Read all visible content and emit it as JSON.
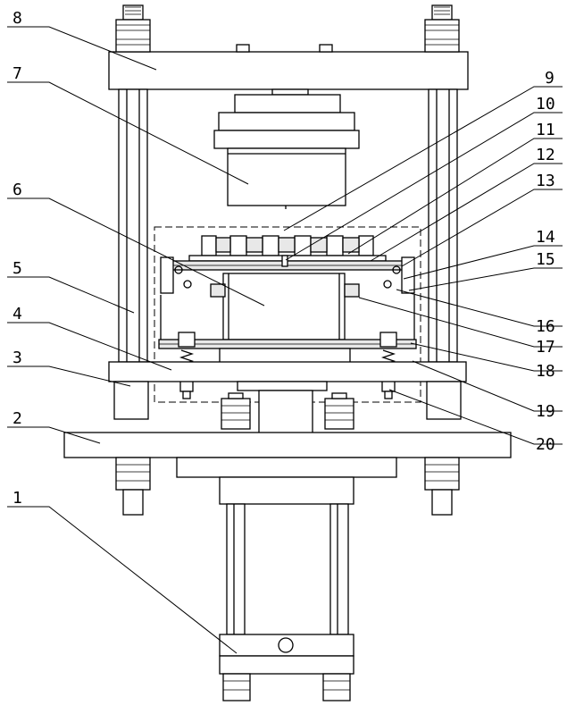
{
  "figure": {
    "labels": [
      "1",
      "2",
      "3",
      "4",
      "5",
      "6",
      "7",
      "8",
      "9",
      "10",
      "11",
      "12",
      "13",
      "14",
      "15",
      "16",
      "17",
      "18",
      "19",
      "20"
    ]
  }
}
